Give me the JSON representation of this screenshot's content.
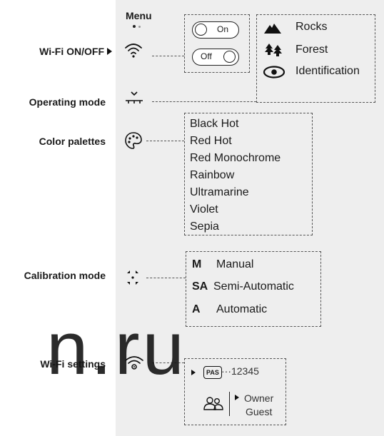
{
  "menu": {
    "title": "Menu"
  },
  "rows": {
    "wifi_onoff": {
      "label": "Wi-Fi ON/OFF"
    },
    "operating_mode": {
      "label": "Operating mode"
    },
    "color_palettes": {
      "label": "Color palettes"
    },
    "calibration_mode": {
      "label": "Calibration mode"
    },
    "wifi_settings": {
      "label": "Wi-Fi settings"
    }
  },
  "toggles": {
    "on_label": "On",
    "off_label": "Off"
  },
  "modes": [
    {
      "icon": "mountain-icon",
      "label": "Rocks"
    },
    {
      "icon": "trees-icon",
      "label": "Forest"
    },
    {
      "icon": "eye-icon",
      "label": "Identification"
    }
  ],
  "palettes": [
    "Black Hot",
    "Red Hot",
    "Red Monochrome",
    "Rainbow",
    "Ultramarine",
    "Violet",
    "Sepia"
  ],
  "calibration": [
    {
      "code": "M",
      "label": "Manual"
    },
    {
      "code": "SA",
      "label": "Semi-Automatic"
    },
    {
      "code": "A",
      "label": "Automatic"
    }
  ],
  "wifi_settings": {
    "pas_badge": "PAS",
    "password": "···12345",
    "user_options": [
      "Owner",
      "Guest"
    ]
  },
  "watermark": "n.ru"
}
